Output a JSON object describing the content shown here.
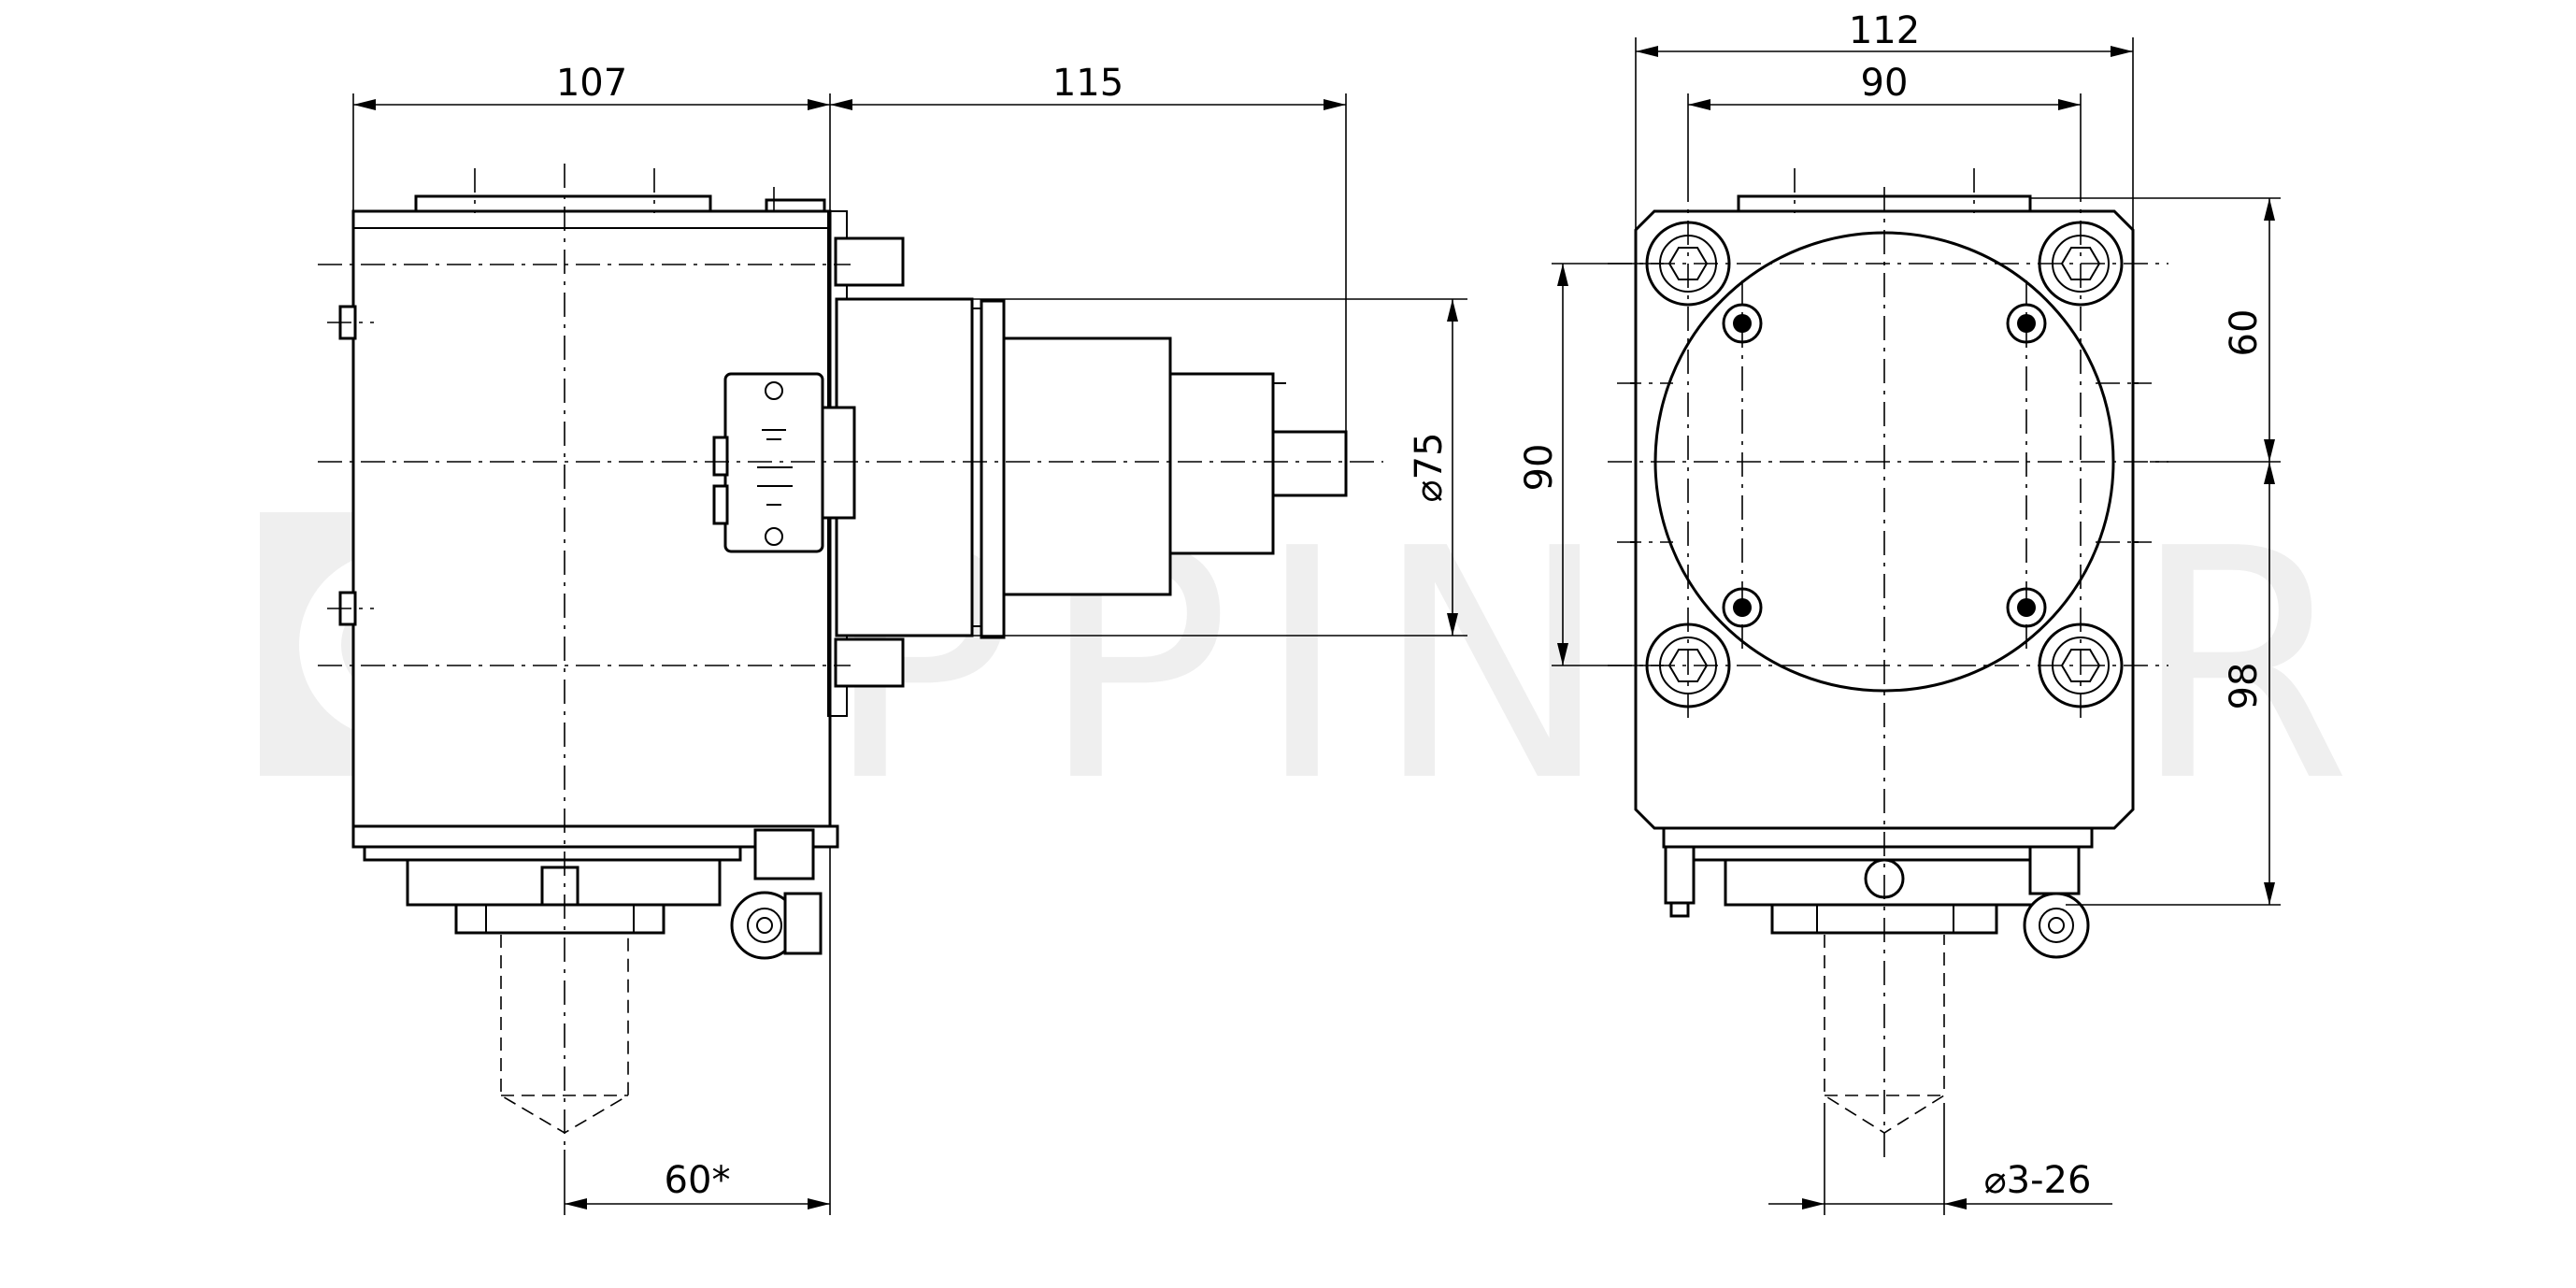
{
  "brand": {
    "watermark": "EPPINGER",
    "watermark_color": "#efefef"
  },
  "side_view": {
    "dim_width_body": "107",
    "dim_width_spindle": "115",
    "dim_diameter": "⌀75",
    "dim_offset": "60*"
  },
  "front_view": {
    "dim_overall_width": "112",
    "dim_bolt_pitch": "90",
    "dim_left_height": "90",
    "dim_upper_height": "60",
    "dim_lower_height": "98",
    "dim_collet": "⌀3-26"
  },
  "colors": {
    "line": "#000000",
    "background": "#ffffff"
  }
}
